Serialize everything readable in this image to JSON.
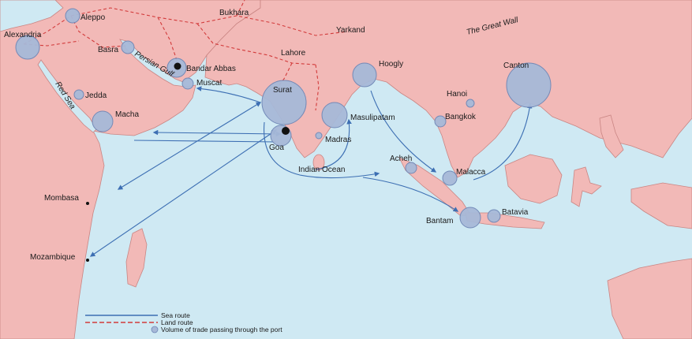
{
  "colors": {
    "sea": "#cfe9f3",
    "land": "#f2b9b7",
    "coast": "#c98583",
    "sea_route": "#3d6fb3",
    "land_route": "#d23b3b",
    "port_fill": "#a7b9d8",
    "port_stroke": "#6f87b6"
  },
  "regions": {
    "red_sea": "Red Sea",
    "persian_gulf": "Persian Gulf",
    "indian_ocean": "Indian Ocean",
    "great_wall": "The Great Wall"
  },
  "places": {
    "aleppo": "Aleppo",
    "bukhara": "Bukhara",
    "yarkand": "Yarkand",
    "alexandria": "Alexandria",
    "basra": "Basra",
    "bandar_abbas": "Bandar Abbas",
    "lahore": "Lahore",
    "muscat": "Muscat",
    "jedda": "Jedda",
    "macha": "Macha",
    "surat": "Surat",
    "goa": "Goa",
    "masulipatam": "Masulipatam",
    "madras": "Madras",
    "hoogly": "Hoogly",
    "hanoi": "Hanoi",
    "bangkok": "Bangkok",
    "canton": "Canton",
    "acheh": "Acheh",
    "malacca": "Malacca",
    "bantam": "Bantam",
    "batavia": "Batavia",
    "mombasa": "Mombasa",
    "mozambique": "Mozambique"
  },
  "legend": {
    "sea_route": "Sea route",
    "land_route": "Land route",
    "volume": "Volume of trade passing through the port"
  }
}
